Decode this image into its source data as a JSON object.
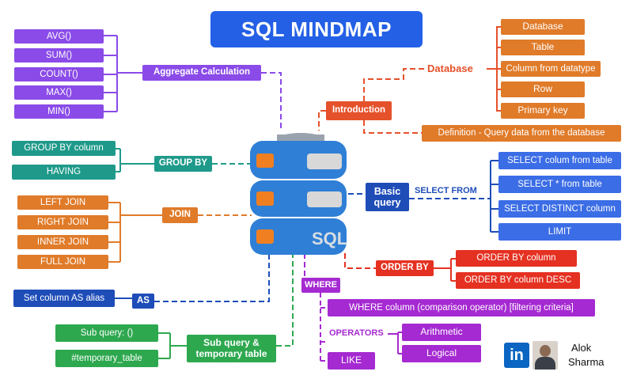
{
  "title": "SQL MINDMAP",
  "db_label": "SQL",
  "aggregate": {
    "label": "Aggregate Calculation",
    "items": [
      "AVG()",
      "SUM()",
      "COUNT()",
      "MAX()",
      "MIN()"
    ]
  },
  "group_by": {
    "label": "GROUP BY",
    "items": [
      "GROUP BY column",
      "HAVING"
    ]
  },
  "join": {
    "label": "JOIN",
    "items": [
      "LEFT JOIN",
      "RIGHT JOIN",
      "INNER JOIN",
      "FULL JOIN"
    ]
  },
  "as": {
    "label": "AS",
    "item": "Set column AS alias"
  },
  "subquery": {
    "label": "Sub query & temporary table",
    "items": [
      "Sub query: ()",
      "#temporary_table"
    ]
  },
  "introduction": {
    "label": "Introduction",
    "database_label": "Database",
    "database_items": [
      "Database",
      "Table",
      "Column from datatype",
      "Row",
      "Primary key"
    ],
    "definition": "Definition - Query data from the database"
  },
  "basic_query": {
    "label": "Basic query",
    "select_from": "SELECT FROM",
    "items": [
      "SELECT colum from table",
      "SELECT * from table",
      "SELECT DISTINCT column",
      "LIMIT"
    ]
  },
  "order_by": {
    "label": "ORDER BY",
    "items": [
      "ORDER BY column",
      "ORDER BY column DESC"
    ]
  },
  "where": {
    "label": "WHERE",
    "item": "WHERE column (comparison operator) [filtering criteria]",
    "operators_label": "OPERATORS",
    "operators": [
      "Arithmetic",
      "Logical"
    ],
    "like": "LIKE"
  },
  "author": {
    "first": "Alok",
    "last": "Sharma",
    "brand": "in"
  }
}
